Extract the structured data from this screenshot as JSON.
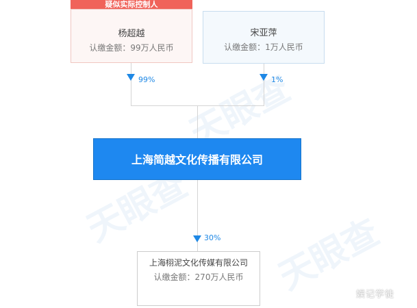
{
  "watermark": {
    "text": "天眼查"
  },
  "shareholders": [
    {
      "tag": "疑似实际控制人",
      "name": "杨超越",
      "amount": "认缴金额：99万人民币",
      "percent": "99%"
    },
    {
      "name": "宋亚萍",
      "amount": "认缴金额：1万人民币",
      "percent": "1%"
    }
  ],
  "company": {
    "name": "上海简越文化传播有限公司"
  },
  "investment": {
    "percent": "30%",
    "name": "上海栩泥文化传媒有限公司",
    "amount": "认缴金额：270万人民币"
  },
  "credit": "娱记学徒",
  "colors": {
    "accent": "#1e88f0",
    "tag": "#f0635a",
    "line": "#d4d4d4"
  }
}
